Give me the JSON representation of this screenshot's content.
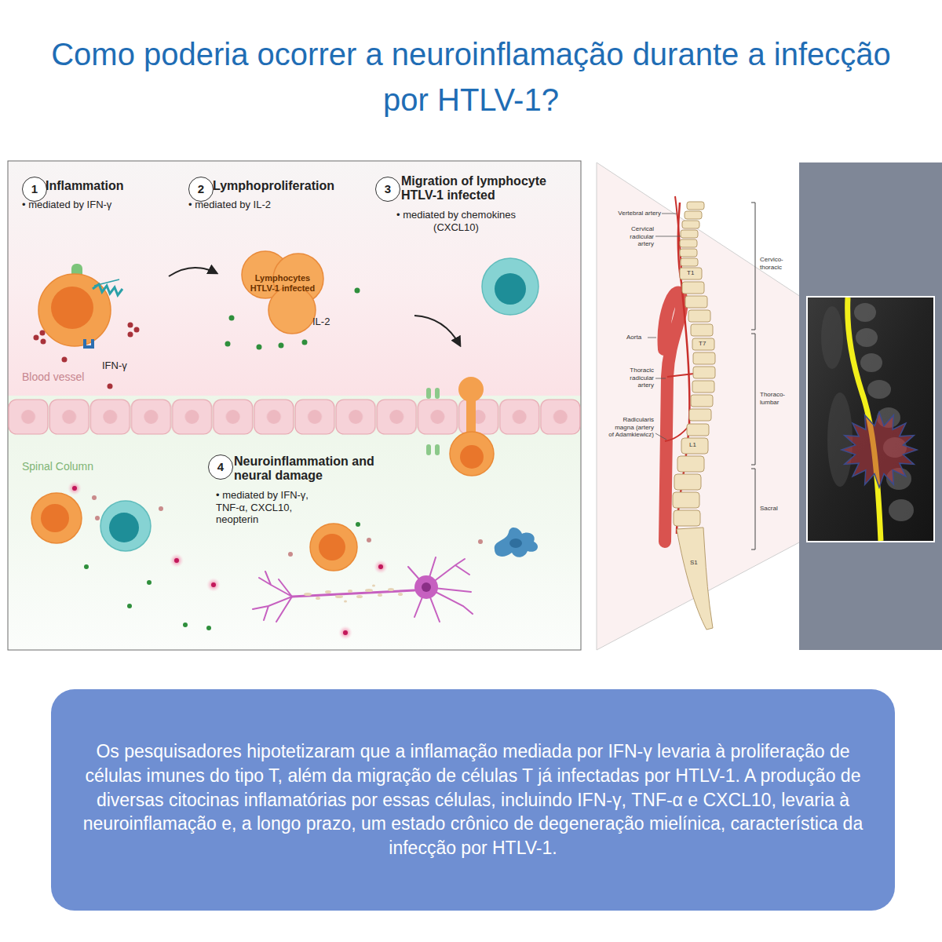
{
  "diagram": {
    "title": "Como poderia ocorrer a neuroinflamação durante a infecção por HTLV-1?",
    "nodes": [
      {
        "text": [
          "1"
        ]
      },
      {
        "text": [
          "2"
        ]
      },
      {
        "text": [
          "Lymphocytes HTLV-1 infected"
        ]
      },
      {
        "text": [
          "3"
        ]
      },
      {
        "text": [
          "4"
        ]
      },
      {
        "text": [
          "Os pesquisadores hipotetizaram que a inflamação mediada por IFN-γ levaria à proliferação de células imunes do tipo T, além da migração de células T já infectadas por HTLV-1. A produção de diversas citocinas inflamatórias por essas células, incluindo IFN-γ, TNF-α e CXCL10, levaria à neuroinflamação e, a longo prazo, um estado crônico de degeneração mielínica, característica da infecção por HTLV-1."
        ]
      }
    ],
    "labels": [
      "Inflammation",
      "• mediated by IFN-γ",
      "Lymphoproliferation",
      "• mediated by IL-2",
      "Migration of lymphocyte HTLV-1 infected",
      "• mediated by chemokines (CXCL10)",
      "IFN-γ",
      "IL-2",
      "Blood vessel",
      "Spinal Column",
      "Neuroinflammation and neural damage",
      "• mediated by IFN-γ, TNF-α, CXCL10, neopterin",
      "Vertebral artery",
      "Cervical radicular artery",
      "Aorta",
      "Thoracic radicular artery",
      "Radicularis magna (artery of Adamkiewicz)",
      "T1",
      "T7",
      "L1",
      "S1",
      "Cervico-thoracic",
      "Thoraco-lumbar",
      "Sacral"
    ]
  }
}
